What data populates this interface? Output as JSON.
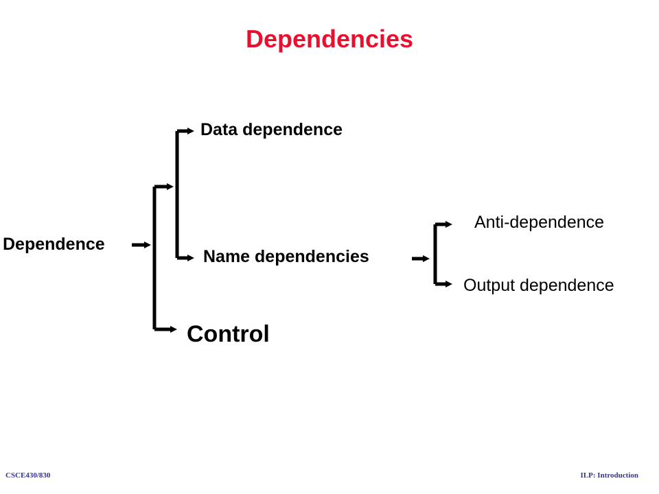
{
  "slide": {
    "title": "Dependencies",
    "title_color": "#e8102e"
  },
  "tree": {
    "root": "Dependence",
    "children": {
      "data": "Data dependence",
      "name": "Name dependencies",
      "control": "Control"
    },
    "name_children": {
      "anti": "Anti-dependence",
      "output": "Output dependence"
    }
  },
  "footer": {
    "left": "CSCE430/830",
    "right": "ILP: Introduction",
    "color": "#333399"
  }
}
